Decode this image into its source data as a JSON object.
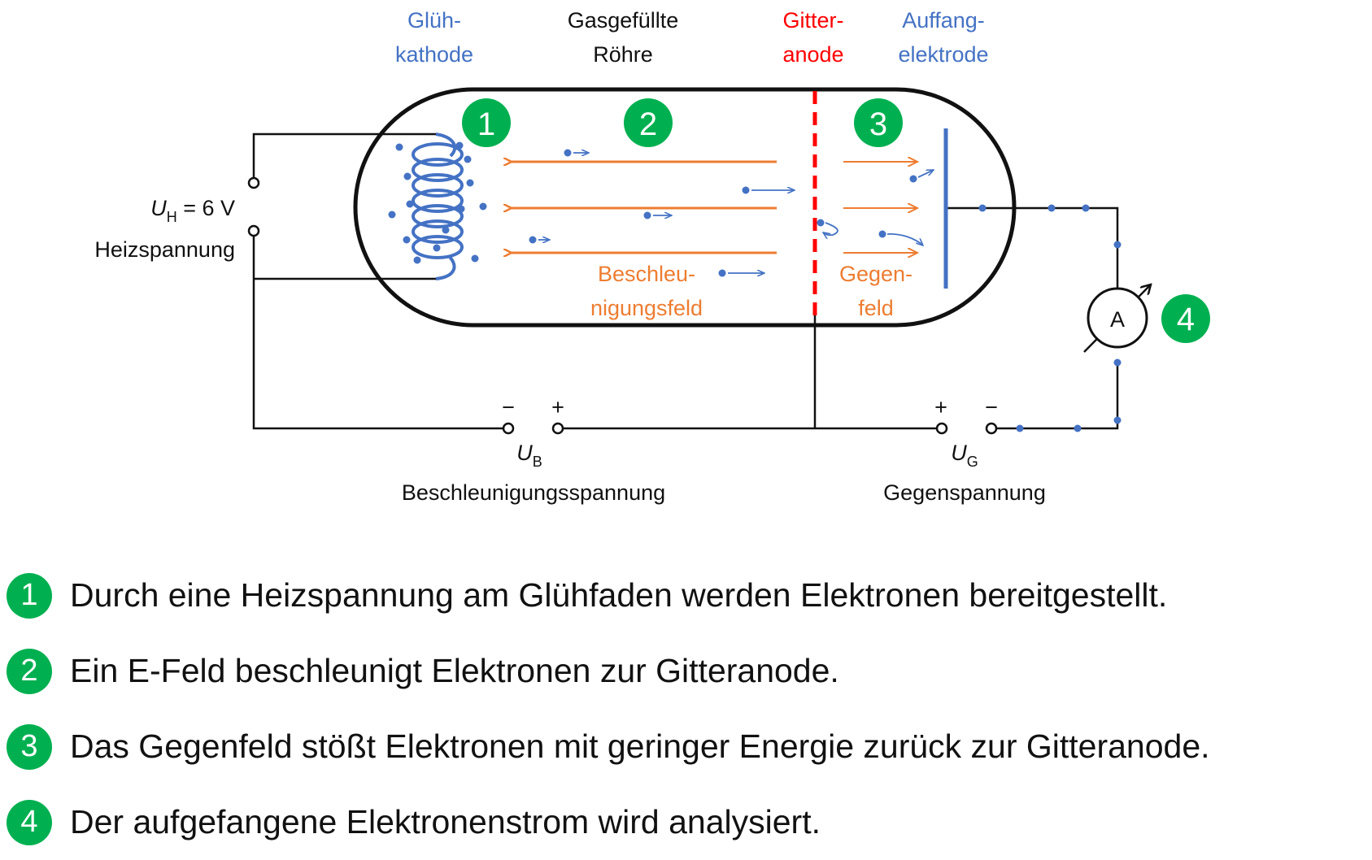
{
  "colors": {
    "cathode_blue": "#4472c4",
    "grid_red": "#ff0000",
    "field_orange": "#ed7d31",
    "badge_green": "#00b050",
    "wire_black": "#111111"
  },
  "labels": {
    "cathode": [
      "Glüh-",
      "kathode"
    ],
    "tube": [
      "Gasgefüllte",
      "Röhre"
    ],
    "grid_anode": [
      "Gitter-",
      "anode"
    ],
    "collector": [
      "Auffang-",
      "elektrode"
    ],
    "accel_field": [
      "Beschleu-",
      "nigungsfeld"
    ],
    "counter_field": [
      "Gegen-",
      "feld"
    ],
    "heater_symbol": "U",
    "heater_sub": "H",
    "heater_value": " = 6 V",
    "heater_name": "Heizspannung",
    "accel_symbol": "U",
    "accel_sub": "B",
    "accel_name": "Beschleunigungsspannung",
    "counter_symbol": "U",
    "counter_sub": "G",
    "counter_name": "Gegenspannung",
    "ammeter": "A",
    "minus": "−",
    "plus": "+"
  },
  "badges": [
    "1",
    "2",
    "3",
    "4"
  ],
  "legend": [
    {
      "badge": "1",
      "text": "Durch eine Heizspannung am Glühfaden werden Elektronen bereitgestellt."
    },
    {
      "badge": "2",
      "text": "Ein E-Feld beschleunigt Elektronen zur Gitteranode."
    },
    {
      "badge": "3",
      "text": "Das Gegenfeld stößt Elektronen mit geringer Energie zurück zur Gitteranode."
    },
    {
      "badge": "4",
      "text": "Der aufgefangene Elektronenstrom wird analysiert."
    }
  ]
}
